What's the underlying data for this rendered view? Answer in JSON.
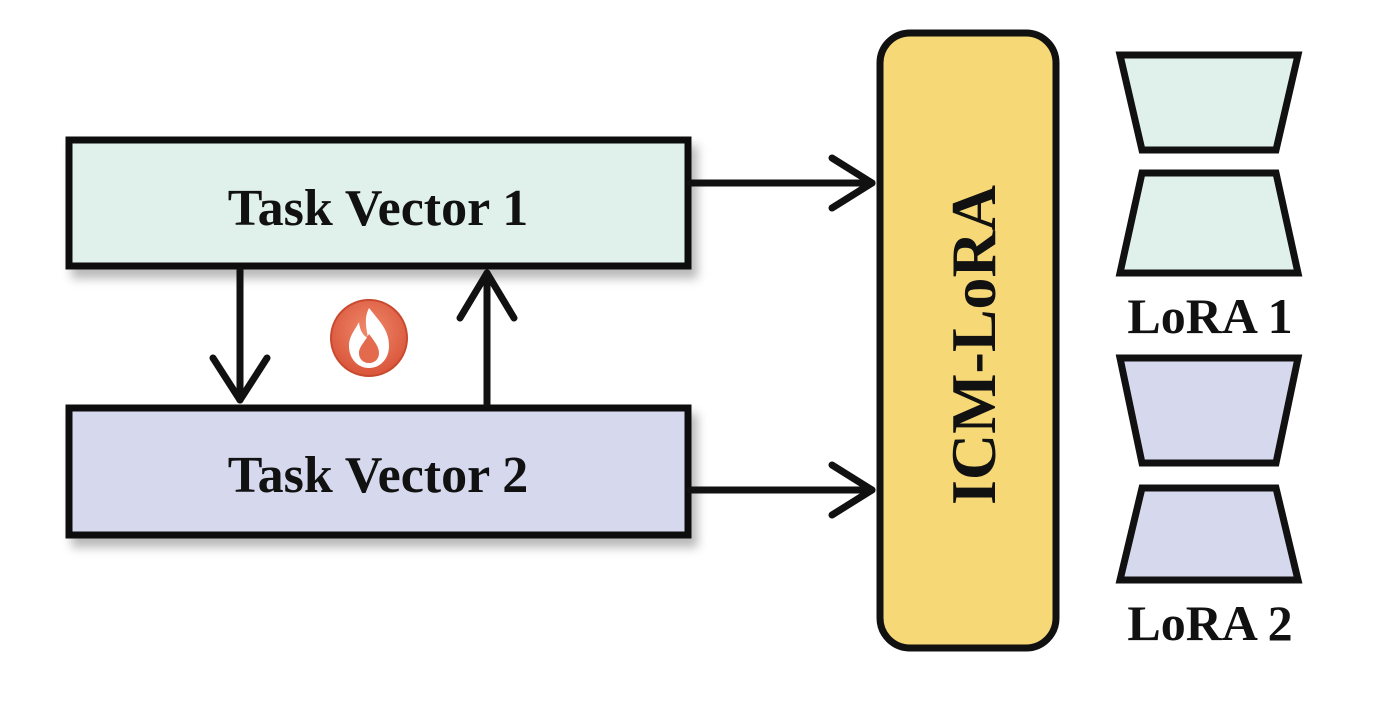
{
  "diagram": {
    "task_vector_1": {
      "label": "Task Vector 1",
      "fill": "#dff1ea"
    },
    "task_vector_2": {
      "label": "Task Vector 2",
      "fill": "#d6d9ee"
    },
    "icm_lora": {
      "label": "ICM-LoRA",
      "fill": "#f6d877"
    },
    "lora_1": {
      "label": "LoRA 1",
      "fill": "#dff1ea"
    },
    "lora_2": {
      "label": "LoRA 2",
      "fill": "#d6d9ee"
    },
    "trainable_marker": {
      "icon": "flame-icon",
      "color": "#e46a4e"
    },
    "stroke_color": "#111111"
  }
}
